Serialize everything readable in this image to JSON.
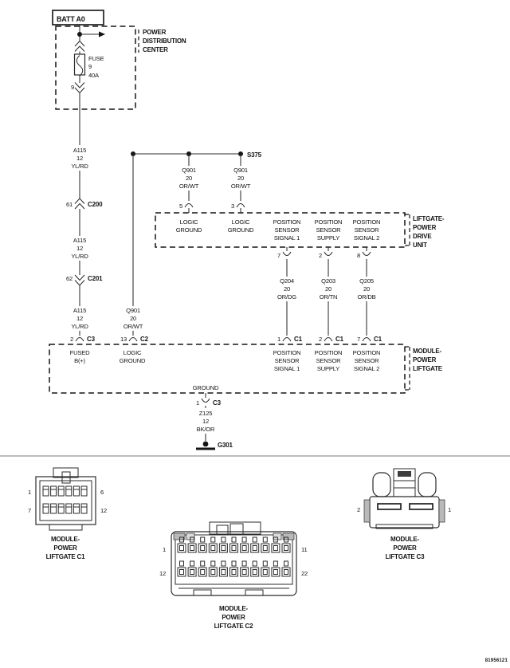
{
  "doc_number": "81956121",
  "battery": {
    "label": "BATT A0"
  },
  "pdc": {
    "label": [
      "POWER",
      "DISTRIBUTION",
      "CENTER"
    ],
    "fuse": {
      "name": "FUSE",
      "number": "9",
      "rating": "40A"
    },
    "exit_pin": "9"
  },
  "feed": {
    "wire1": [
      "A115",
      "12",
      "YL/RD"
    ],
    "conn1": {
      "pin": "61",
      "name": "C200"
    },
    "wire2": [
      "A115",
      "12",
      "YL/RD"
    ],
    "conn2": {
      "pin": "62",
      "name": "C201"
    },
    "wire3": [
      "A115",
      "12",
      "YL/RD"
    ],
    "module_pin": {
      "pin": "2",
      "name": "C3"
    },
    "module_label": [
      "FUSED",
      "B(+)"
    ]
  },
  "splice": {
    "name": "S375",
    "branch_module": {
      "wire": [
        "Q901",
        "20",
        "OR/WT"
      ],
      "pin": {
        "pin": "13",
        "name": "C2"
      },
      "module_label": [
        "LOGIC",
        "GROUND"
      ]
    },
    "branch_pdu_1": {
      "wire": [
        "Q901",
        "20",
        "OR/WT"
      ],
      "pin": "5",
      "pdu_label": [
        "LOGIC",
        "GROUND"
      ]
    },
    "branch_pdu_2": {
      "wire": [
        "Q901",
        "20",
        "OR/WT"
      ],
      "pin": "3",
      "pdu_label": [
        "LOGIC",
        "GROUND"
      ]
    }
  },
  "pdu": {
    "label": [
      "LIFTGATE-",
      "POWER",
      "DRIVE",
      "UNIT"
    ]
  },
  "module": {
    "label": [
      "MODULE-",
      "POWER",
      "LIFTGATE"
    ]
  },
  "sensors": [
    {
      "pdu_label": [
        "POSITION",
        "SENSOR",
        "SIGNAL 1"
      ],
      "pdu_pin": "7",
      "wire": [
        "Q204",
        "20",
        "OR/DG"
      ],
      "module_pin": {
        "pin": "1",
        "name": "C1"
      },
      "module_label": [
        "POSITION",
        "SENSOR",
        "SIGNAL 1"
      ]
    },
    {
      "pdu_label": [
        "POSITION",
        "SENSOR",
        "SUPPLY"
      ],
      "pdu_pin": "2",
      "wire": [
        "Q203",
        "20",
        "OR/TN"
      ],
      "module_pin": {
        "pin": "2",
        "name": "C1"
      },
      "module_label": [
        "POSITION",
        "SENSOR",
        "SUPPLY"
      ]
    },
    {
      "pdu_label": [
        "POSITION",
        "SENSOR",
        "SIGNAL 2"
      ],
      "pdu_pin": "8",
      "wire": [
        "Q205",
        "20",
        "OR/DB"
      ],
      "module_pin": {
        "pin": "7",
        "name": "C1"
      },
      "module_label": [
        "POSITION",
        "SENSOR",
        "SIGNAL 2"
      ]
    }
  ],
  "ground_path": {
    "module_label": "GROUND",
    "pin": {
      "pin": "1",
      "name": "C3"
    },
    "wire": [
      "Z125",
      "12",
      "BK/OR"
    ],
    "ground": "G301"
  },
  "connectors": [
    {
      "caption": [
        "MODULE-",
        "POWER",
        "LIFTGATE C1"
      ],
      "corner_pins": [
        "1",
        "6",
        "7",
        "12"
      ]
    },
    {
      "caption": [
        "MODULE-",
        "POWER",
        "LIFTGATE C2"
      ],
      "corner_pins": [
        "1",
        "11",
        "12",
        "22"
      ]
    },
    {
      "caption": [
        "MODULE-",
        "POWER",
        "LIFTGATE C3"
      ],
      "corner_pins": [
        "2",
        "1"
      ]
    }
  ]
}
